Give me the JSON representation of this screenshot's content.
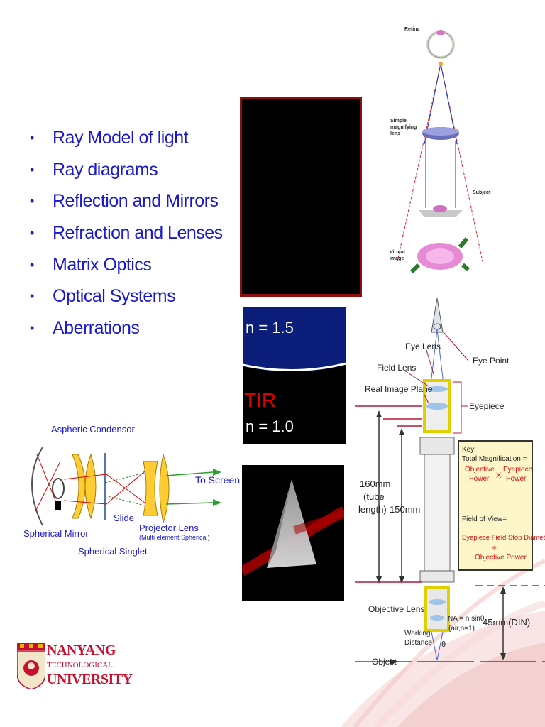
{
  "bullets": [
    "Ray Model of light",
    "Ray diagrams",
    "Reflection and Mirrors",
    "Refraction and Lenses",
    "Matrix Optics",
    "Optical Systems",
    "Aberrations"
  ],
  "projector": {
    "condensor": "Aspheric Condensor",
    "to_screen": "To Screen",
    "mirror": "Spherical Mirror",
    "slide": "Slide",
    "projector_lens": "Projector Lens",
    "projector_lens_note": "(Multi element Spherical)",
    "singlet": "Spherical Singlet"
  },
  "tir_panel": {
    "n_top": "n = 1.5",
    "tir": "TIR",
    "n_bottom": "n = 1.0"
  },
  "magnifier": {
    "retina": "Retina",
    "lens_1": "Simple",
    "lens_2": "magnifying",
    "lens_3": "lens",
    "subject": "Subject",
    "virtual_1": "Virtual",
    "virtual_2": "image"
  },
  "microscope": {
    "eye_lens": "Eye Lens",
    "eye_point": "Eye Point",
    "field_lens": "Field Lens",
    "real_image_plane": "Real Image Plane",
    "eyepiece": "Eyepiece",
    "tube_1": "160mm",
    "tube_2": "(tube",
    "tube_3": "length)",
    "length_150": "150mm",
    "objective_lens": "Objective Lens",
    "na_1": "NA = n sinθ",
    "na_2": "(air,n=1)",
    "din": "45mm(DIN)",
    "working_1": "Working",
    "working_2": "Distance",
    "theta": "θ",
    "object": "Object",
    "key": {
      "title": "Key:",
      "total_mag": "Total Magnification =",
      "objective_power_1": "Objective",
      "objective_power_2": "Power",
      "times": "X",
      "eyepiece_power_1": "Eyepiece",
      "eyepiece_power_2": "Power",
      "fov": "Field of View=",
      "fov_formula": "Eyepiece Field Stop Diameter",
      "divide": "÷",
      "objective_power": "Objective Power"
    }
  },
  "logo": {
    "line1": "NANYANG",
    "line2": "TECHNOLOGICAL",
    "line3": "UNIVERSITY"
  },
  "colors": {
    "bullet_text": "#1a1acc",
    "label_blue": "#1a1acc",
    "logo_red": "#c8102e",
    "tir_red": "#e00000",
    "tir_blue": "#0a1e7a",
    "key_box": "#fdf6c9"
  }
}
